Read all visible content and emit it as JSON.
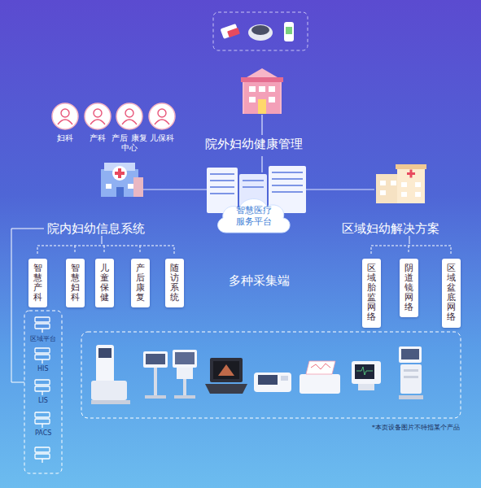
{
  "diagram": {
    "nodes": [
      {
        "text": [
          "妇科"
        ]
      },
      {
        "text": [
          "产科"
        ]
      },
      {
        "text": [
          "产后 康复中心"
        ]
      },
      {
        "text": [
          "儿保科"
        ]
      },
      {
        "text": [
          "智慧医疗 服务平台"
        ]
      },
      {
        "text": [
          "智慧产科"
        ]
      },
      {
        "text": [
          "智慧妇科"
        ]
      },
      {
        "text": [
          "儿童保健"
        ]
      },
      {
        "text": [
          "产后康复"
        ]
      },
      {
        "text": [
          "随访系统"
        ]
      },
      {
        "text": [
          "区域胎监网络"
        ]
      },
      {
        "text": [
          "阴道镜网络"
        ]
      },
      {
        "text": [
          "区域盆底网络"
        ]
      }
    ],
    "labels": [
      "院外妇幼健康管理",
      "院内妇幼信息系统",
      "区域妇幼解决方案",
      "多种采集端",
      "区域平台",
      "HIS",
      "LIS",
      "PACS",
      "*本页设备图片不特指某个产品"
    ]
  }
}
